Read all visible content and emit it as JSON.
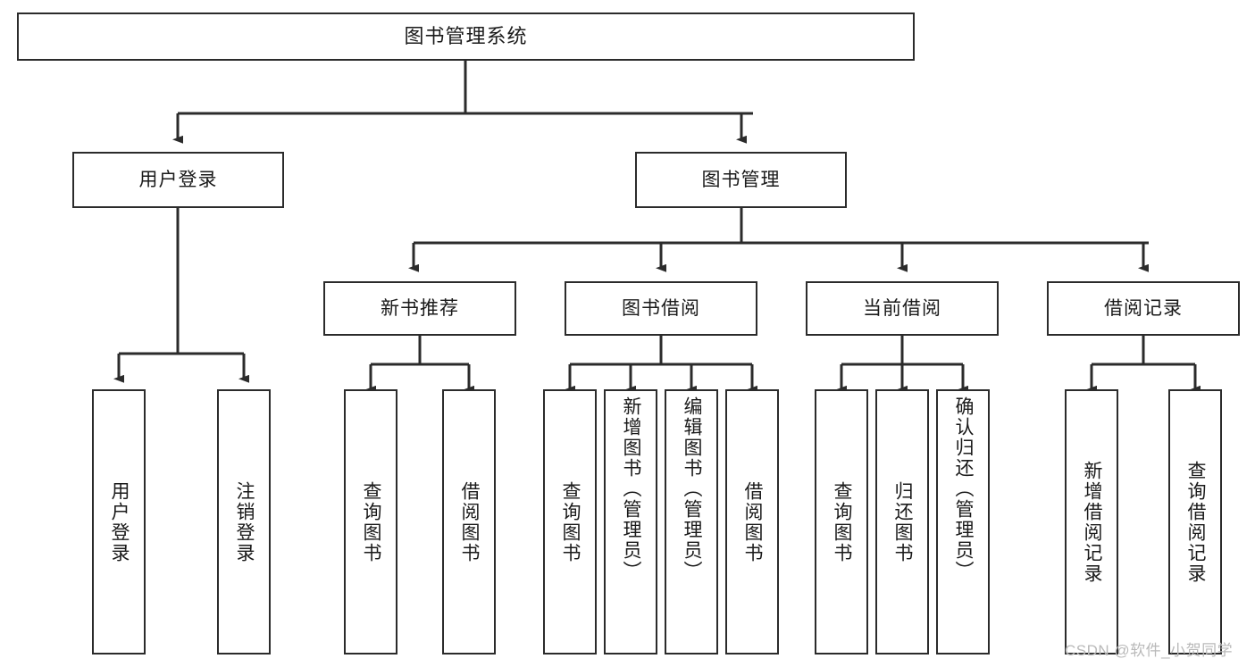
{
  "diagram": {
    "title": "图书管理系统",
    "type": "hierarchy-tree",
    "style": {
      "box_border_color": "#2b2b2b",
      "box_fill_color": "#ffffff",
      "connector_color": "#2b2b2b",
      "text_color": "#1a1a1a",
      "background_color": "#ffffff",
      "watermark_color": "#b9b9b9"
    },
    "root": {
      "label": "图书管理系统"
    },
    "level2": [
      {
        "label": "用户登录"
      },
      {
        "label": "图书管理"
      }
    ],
    "level3": [
      {
        "label": "新书推荐"
      },
      {
        "label": "图书借阅"
      },
      {
        "label": "当前借阅"
      },
      {
        "label": "借阅记录"
      }
    ],
    "leaves": {
      "user_login": [
        {
          "label": "用户登录"
        },
        {
          "label": "注销登录"
        }
      ],
      "new_book_recommend": [
        {
          "label": "查询图书"
        },
        {
          "label": "借阅图书"
        }
      ],
      "book_borrow": [
        {
          "label": "查询图书"
        },
        {
          "label": "新增图书（管理员）"
        },
        {
          "label": "编辑图书（管理员）"
        },
        {
          "label": "借阅图书"
        }
      ],
      "current_borrow": [
        {
          "label": "查询图书"
        },
        {
          "label": "归还图书"
        },
        {
          "label": "确认归还（管理员）"
        }
      ],
      "borrow_record": [
        {
          "label": "新增借阅记录"
        },
        {
          "label": "查询借阅记录"
        }
      ]
    }
  },
  "watermark": {
    "text": "CSDN @软件_小贺同学"
  }
}
